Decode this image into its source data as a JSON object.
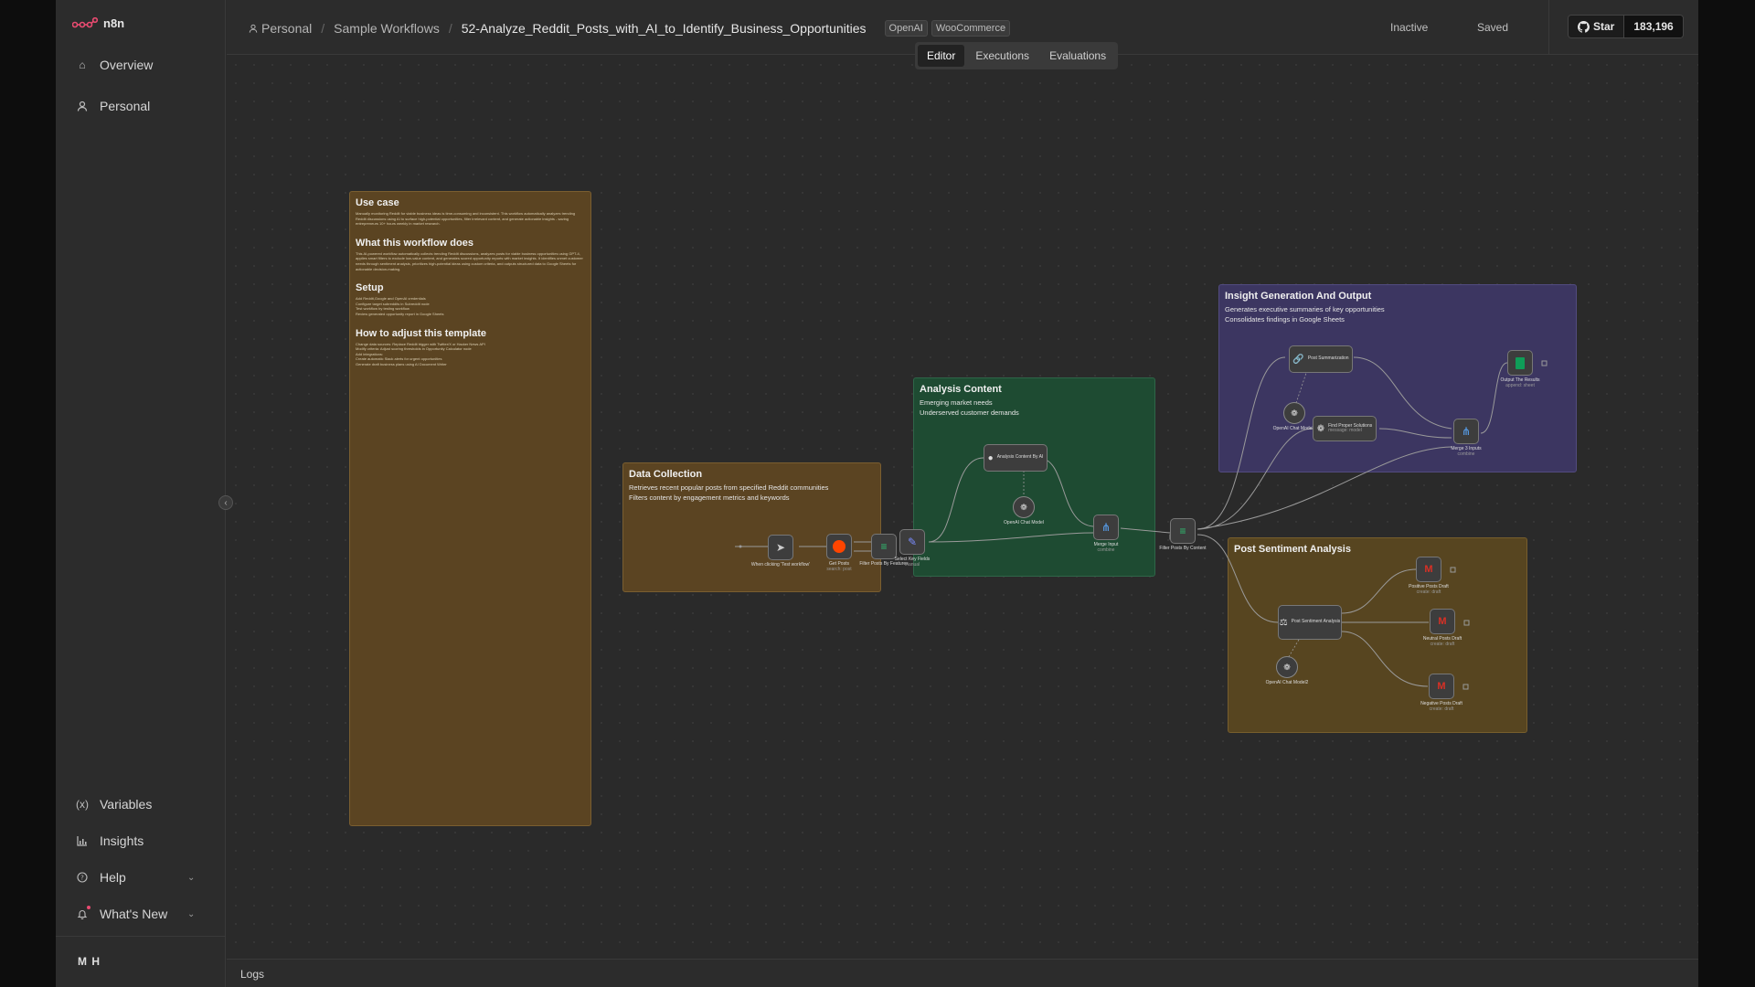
{
  "app": {
    "logo_text": "n8n"
  },
  "sidebar": {
    "overview": "Overview",
    "personal": "Personal",
    "variables": "Variables",
    "insights": "Insights",
    "help": "Help",
    "whats_new": "What's New",
    "avatar_initials": "M H"
  },
  "header": {
    "breadcrumb_personal": "Personal",
    "breadcrumb_folder": "Sample Workflows",
    "workflow_name": "52-Analyze_Reddit_Posts_with_AI_to_Identify_Business_Opportunities",
    "tags": [
      "OpenAI",
      "WooCommerce"
    ],
    "status_inactive": "Inactive",
    "status_saved": "Saved",
    "github_star": "Star",
    "github_count": "183,196"
  },
  "tabs": {
    "editor": "Editor",
    "executions": "Executions",
    "evaluations": "Evaluations"
  },
  "notes": {
    "main": {
      "h_use_case": "Use case",
      "use_case_text": "Manually monitoring Reddit for viable business ideas is time-consuming and inconsistent. This workflow automatically analyzes trending Reddit discussions using AI to surface high-potential opportunities, filter irrelevant content, and generate actionable insights - saving entrepreneurs 10+ hours weekly in market research.",
      "h_what": "What this workflow does",
      "what_text": "This AI-powered workflow automatically collects trending Reddit discussions, analyzes posts for viable business opportunities using GPT-4, applies smart filters to exclude low-value content, and generates scored opportunity reports with market insights. It identifies unmet customer needs through sentiment analysis, prioritizes high-potential ideas using custom criteria, and outputs structured data to Google Sheets for actionable decision-making.",
      "h_setup": "Setup",
      "setup_lines": [
        "Add Reddit,Google and OpenAI credentials",
        "Configure target subreddits in Subreddit node",
        "Test workflow by testing workflow",
        "Review generated opportunity report in Google Sheets"
      ],
      "h_adjust": "How to adjust this template",
      "adjust_lines": [
        "Change data sources: Replace Reddit trigger with Twitter/X or Hacker News API",
        "Modify criteria: Adjust scoring thresholds in Opportunity Calculator node",
        "Add integrations:",
        "Create automatic Slack alerts for urgent opportunities",
        "Generate draft business plans using AI Document Writer"
      ]
    },
    "data_collection": {
      "title": "Data Collection",
      "line1": "Retrieves recent popular posts from specified Reddit communities",
      "line2": "Filters content by engagement metrics and keywords"
    },
    "analysis": {
      "title": "Analysis Content",
      "line1": "Emerging market needs",
      "line2": "Underserved customer demands"
    },
    "insight": {
      "title": "Insight Generation And Output",
      "line1": "Generates executive summaries of key opportunities",
      "line2": "Consolidates findings in Google Sheets"
    },
    "sentiment": {
      "title": "Post Sentiment Analysis"
    }
  },
  "nodes": {
    "trigger": "When clicking 'Test workflow'",
    "get_posts": "Get Posts",
    "get_posts_sub": "search: post",
    "filter_features": "Filter Posts By Features",
    "select_fields": "Select Key Fields",
    "select_fields_sub": "manual",
    "analysis_ai": "Analysis Content By AI",
    "openai_model": "OpenAI Chat Model",
    "merge_input": "Merge Input",
    "merge_input_sub": "combine",
    "filter_content": "Filter Posts By Content",
    "post_summarization": "Post Summarization",
    "openai_model1": "OpenAI Chat Model1",
    "find_solutions": "Find Proper Solutions",
    "find_solutions_sub": "message: model",
    "merge_3": "Merge 3 Inputs",
    "merge_3_sub": "combine",
    "output": "Output The Results",
    "output_sub": "append: sheet",
    "sentiment_node": "Post Sentiment Analysis",
    "openai_model2": "OpenAI Chat Model2",
    "positive": "Positive Posts Draft",
    "positive_sub": "create: draft",
    "neutral": "Neutral Posts Draft",
    "neutral_sub": "create: draft",
    "negative": "Negative Posts Draft",
    "negative_sub": "create: draft"
  },
  "logs": {
    "label": "Logs"
  },
  "colors": {
    "brand": "#ea4b71",
    "note_brown": "#5b4422",
    "note_green": "#1e4b32",
    "note_purple": "#3c3661",
    "note_olive": "#574520",
    "gmail_red": "#d93025",
    "sheets_green": "#0f9d58",
    "reddit_orange": "#ff4500"
  }
}
